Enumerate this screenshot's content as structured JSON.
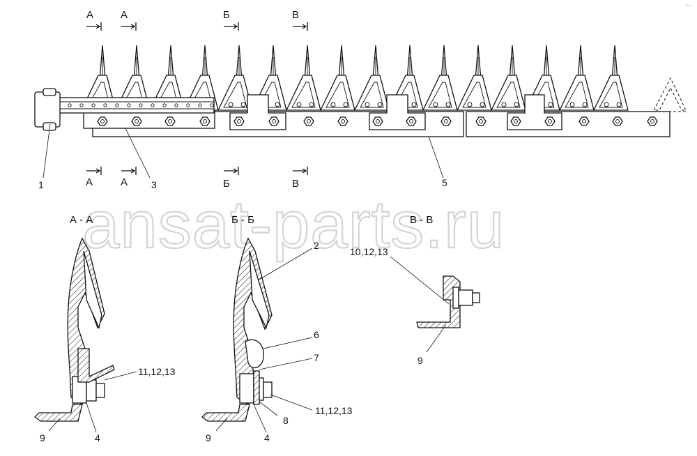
{
  "watermark": "ansat-parts.ru",
  "corner_mark": "r—",
  "section_marks_top": [
    "А",
    "А",
    "Б",
    "В"
  ],
  "section_marks_bottom": [
    "А",
    "А",
    "Б",
    "В"
  ],
  "callouts": {
    "c1": "1",
    "c3": "3",
    "c5": "5",
    "c2": "2",
    "c6": "6",
    "c7": "7",
    "c8": "8",
    "c10": "10,12,13",
    "c11a": "11,12,13",
    "c11b": "11,12,13",
    "c9a": "9",
    "c9b": "9",
    "c9c": "9",
    "c4a": "4",
    "c4b": "4"
  },
  "section_titles": {
    "aa": "А - А",
    "bb": "Б - Б",
    "vv": "В - В"
  }
}
